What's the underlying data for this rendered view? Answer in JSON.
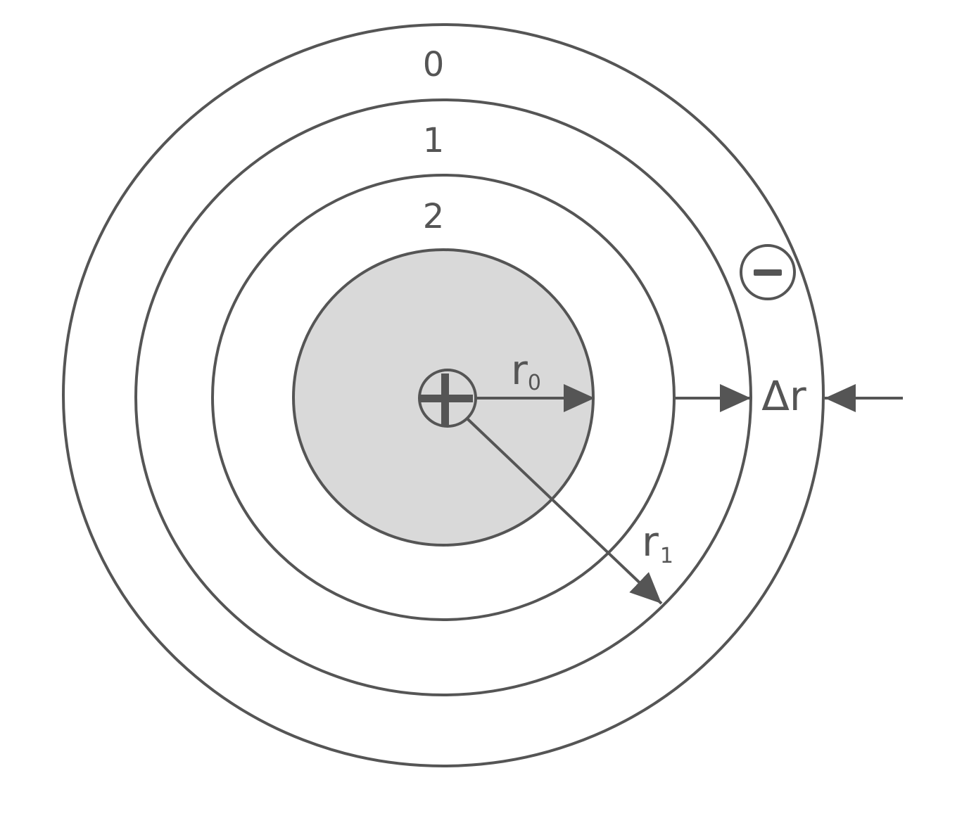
{
  "diagram": {
    "shell_labels": [
      "2",
      "1",
      "0"
    ],
    "r0": {
      "base": "r",
      "sub": "0"
    },
    "r1": {
      "base": "r",
      "sub": "1"
    },
    "delta_r": "Δr",
    "nucleus_symbol": "plus-charge",
    "electron_symbol": "minus-charge",
    "colors": {
      "stroke": "#555555",
      "nucleus_fill": "#d9d9d9",
      "background": "#ffffff"
    }
  }
}
